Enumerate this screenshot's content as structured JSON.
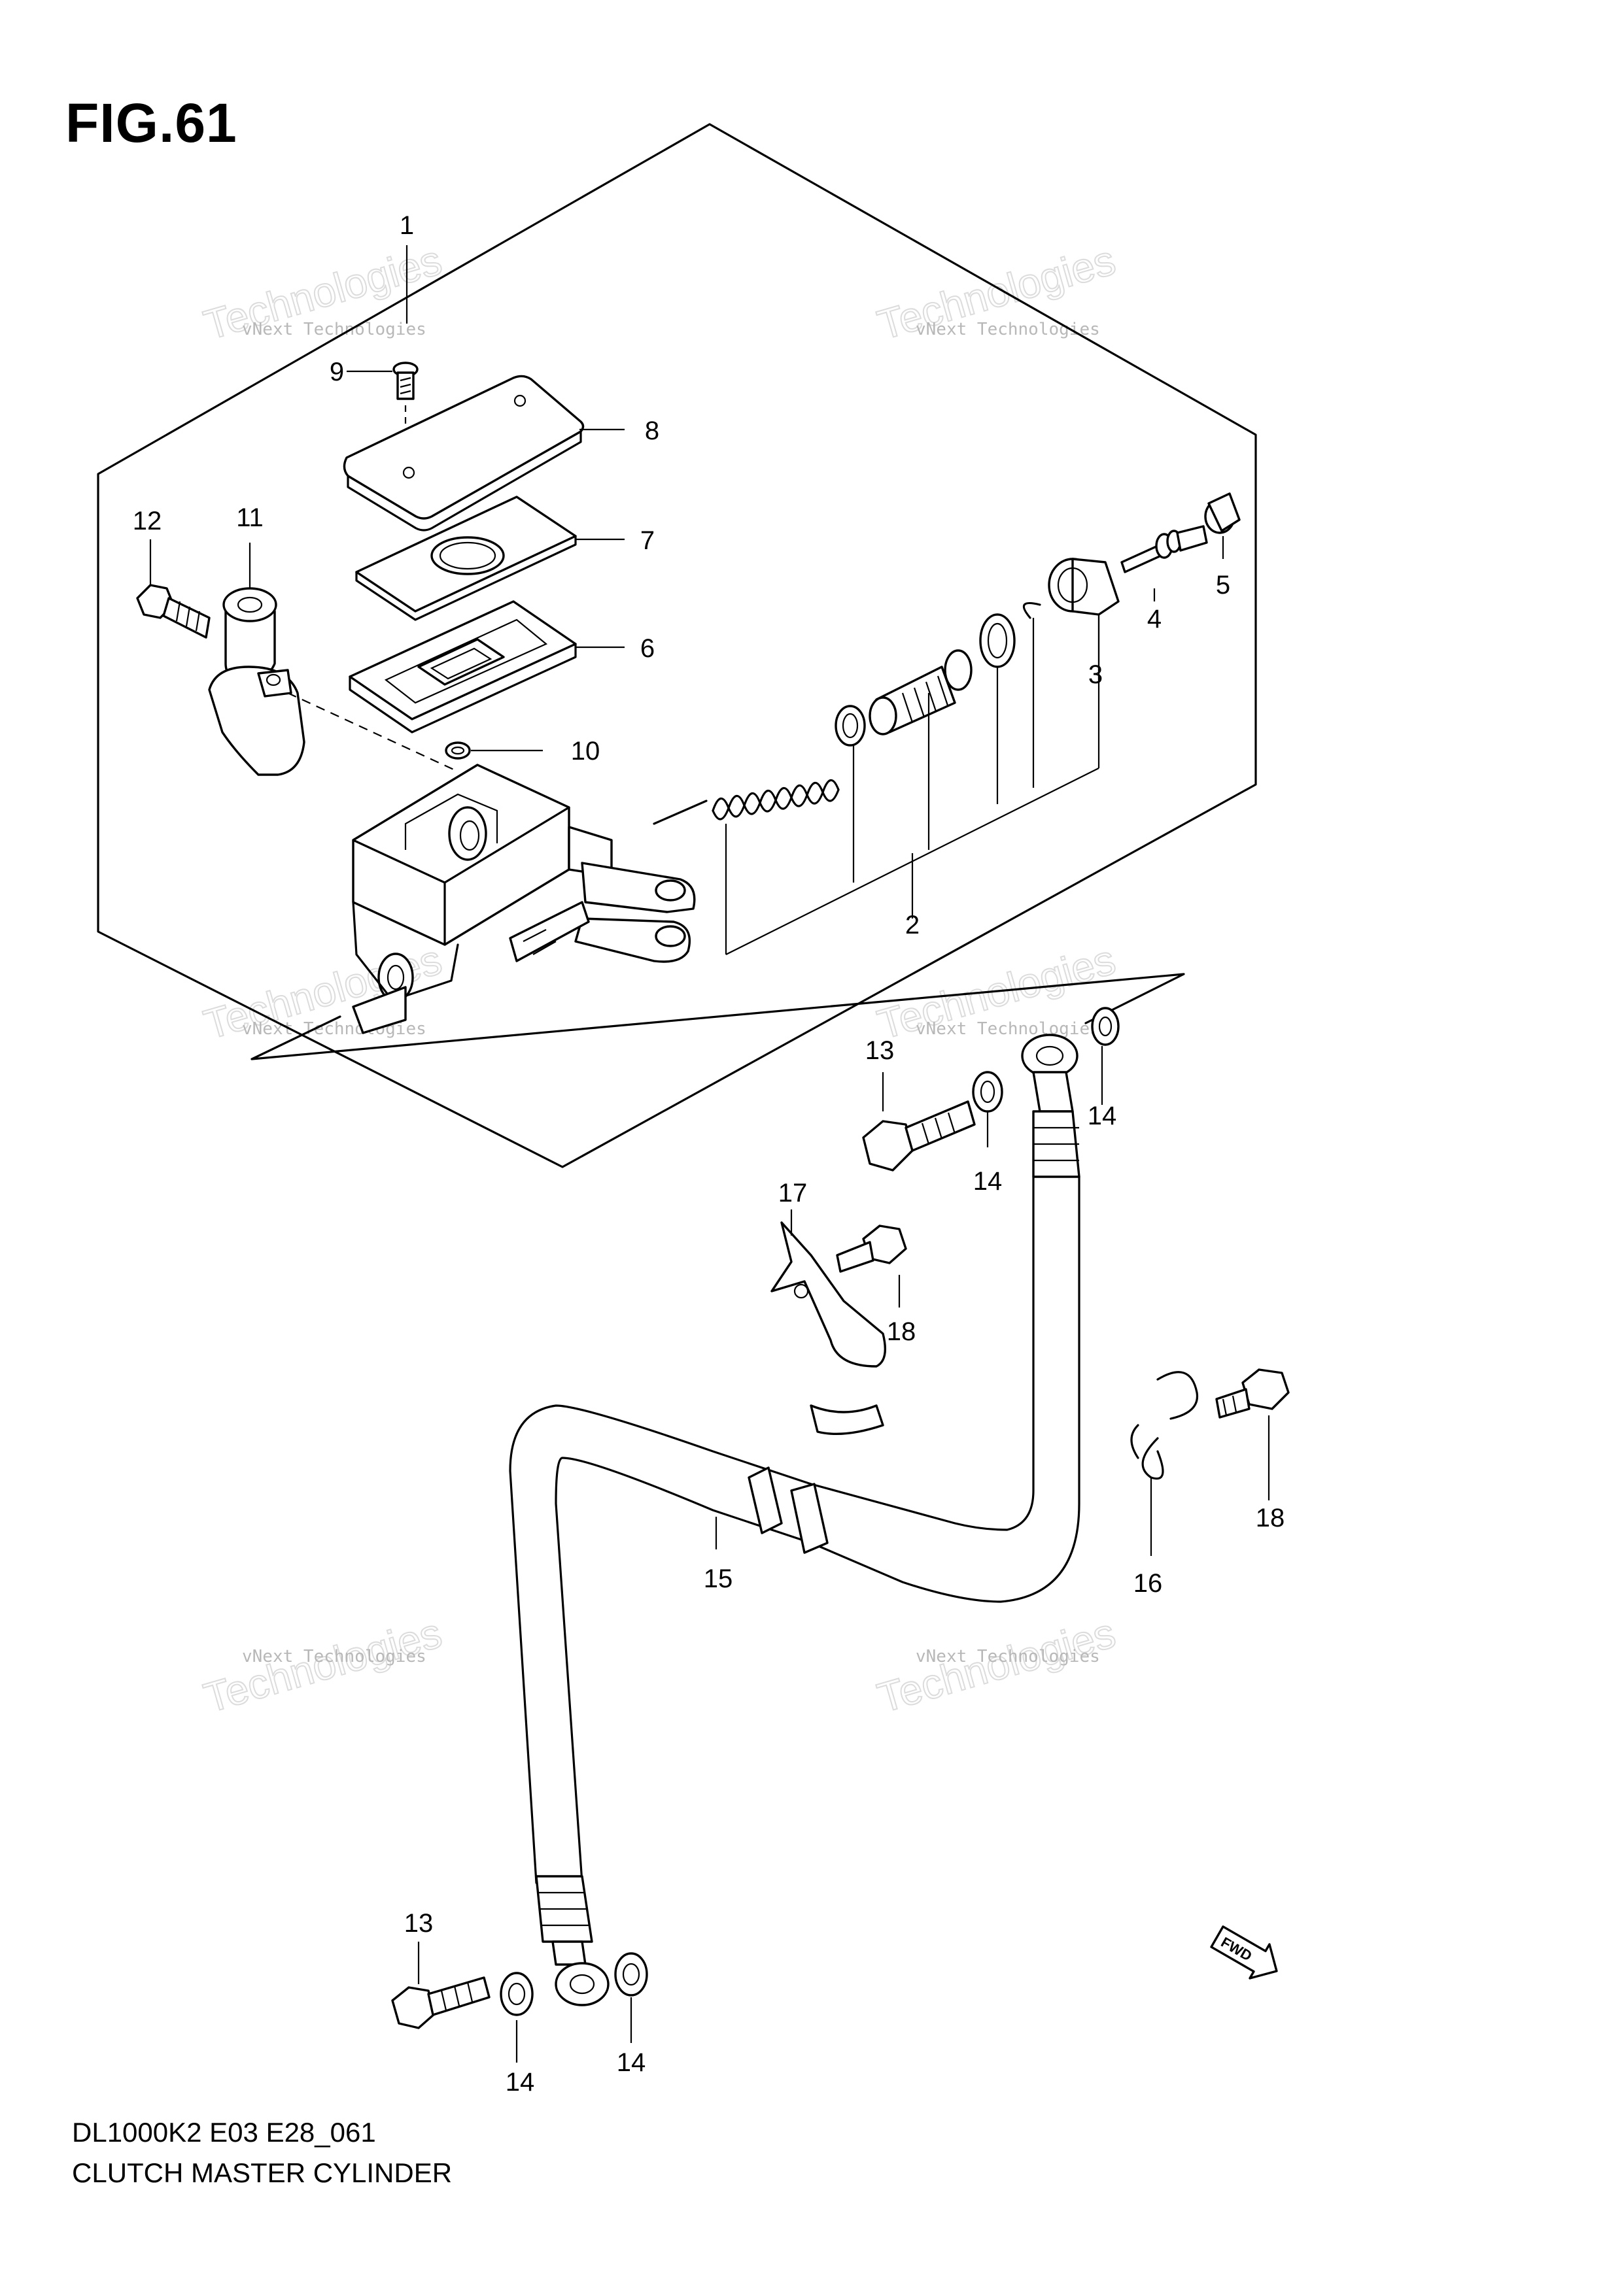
{
  "figure": {
    "title": "FIG.61"
  },
  "footer": {
    "model_code": "DL1000K2 E03 E28_061",
    "title": "CLUTCH MASTER CYLINDER"
  },
  "watermark": {
    "line1": "vNext Technologies",
    "line2": "vNext",
    "line3": "Technologies"
  },
  "callouts": [
    "1",
    "2",
    "3",
    "4",
    "5",
    "6",
    "7",
    "8",
    "9",
    "10",
    "11",
    "12",
    "13",
    "14",
    "15",
    "16",
    "17",
    "18"
  ],
  "fwd_badge": "FWD",
  "colors": {
    "ink": "#000000",
    "watermark": "#c8c8c8",
    "background": "#ffffff"
  }
}
